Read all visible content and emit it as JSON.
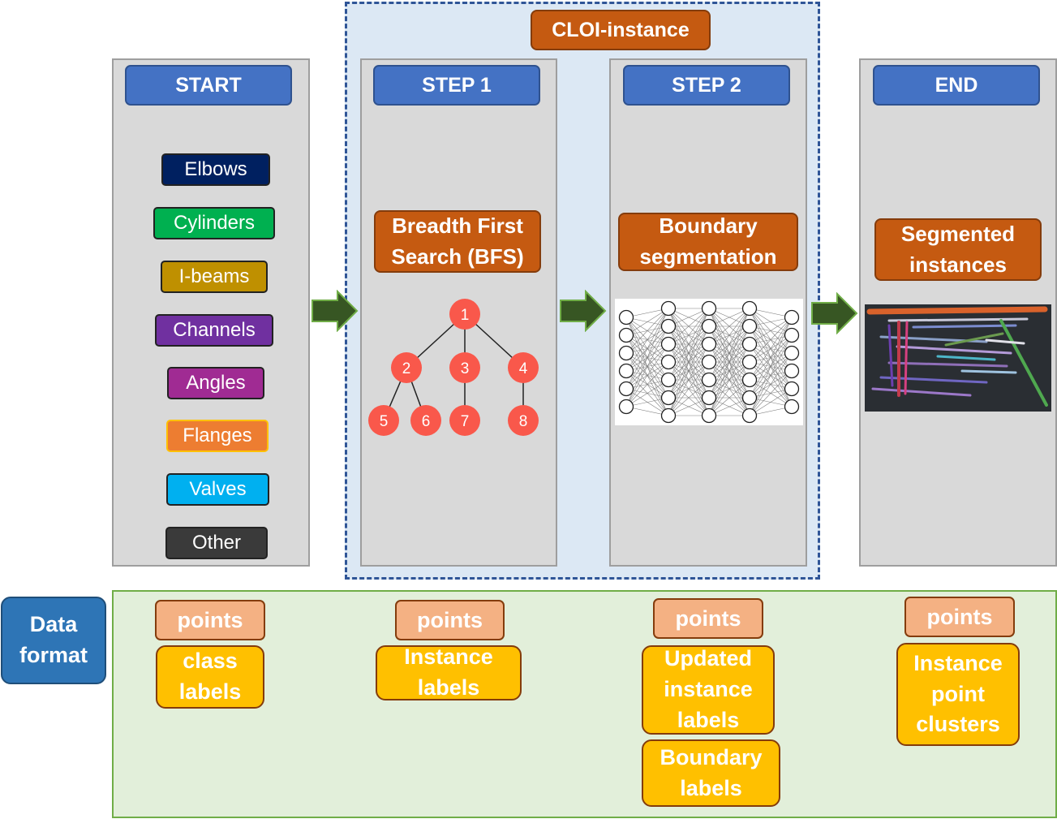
{
  "cloi_label": "CLOI-instance",
  "stages": {
    "start": "START",
    "step1": "STEP 1",
    "step2": "STEP 2",
    "end": "END"
  },
  "classes": [
    {
      "label": "Elbows",
      "color": "#002060"
    },
    {
      "label": "Cylinders",
      "color": "#00b050"
    },
    {
      "label": "I-beams",
      "color": "#bf9000"
    },
    {
      "label": "Channels",
      "color": "#7030a0"
    },
    {
      "label": "Angles",
      "color": "#a02b93"
    },
    {
      "label": "Flanges",
      "color": "#ed7d31"
    },
    {
      "label": "Valves",
      "color": "#00b0f0"
    },
    {
      "label": "Other",
      "color": "#3a3a3a"
    }
  ],
  "step1_method": "Breadth First\nSearch (BFS)",
  "step2_method": "Boundary\nsegmentation",
  "end_output": "Segmented\ninstances",
  "bfs_nodes": [
    "1",
    "2",
    "3",
    "4",
    "5",
    "6",
    "7",
    "8"
  ],
  "data_format_label": "Data\nformat",
  "data_format": {
    "start": {
      "points": "points",
      "labels": "class\nlabels"
    },
    "step1": {
      "points": "points",
      "labels": "Instance\nlabels"
    },
    "step2": {
      "points": "points",
      "labels": "Updated\ninstance\nlabels",
      "labels2": "Boundary\nlabels"
    },
    "end": {
      "points": "points",
      "labels": "Instance\npoint\nclusters"
    }
  },
  "colors": {
    "stage_blue": "#4472c4",
    "method_orange": "#c55a11",
    "bfs_node": "#f9584b",
    "arrow_green": "#375623",
    "points_box": "#f4b183",
    "labels_box": "#ffc000",
    "data_format_bg": "#e2efda",
    "cloi_bg": "#dce8f4"
  }
}
